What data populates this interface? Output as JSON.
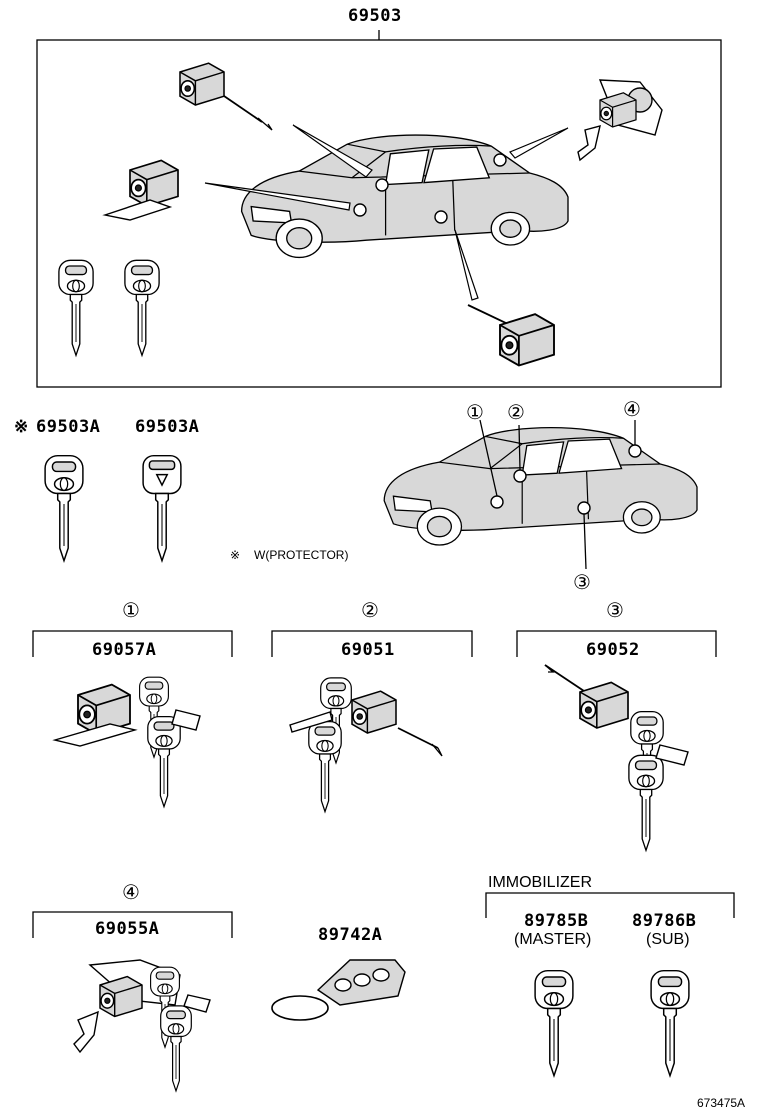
{
  "assembly": {
    "part_number": "69503"
  },
  "key_variants": [
    {
      "mark": "※",
      "part_number": "69503A"
    },
    {
      "mark": "",
      "part_number": "69503A"
    }
  ],
  "protector_note": {
    "mark": "※",
    "text": "W(PROTECTOR)"
  },
  "location_callouts": [
    "①",
    "②",
    "③",
    "④"
  ],
  "sub_assemblies": [
    {
      "callout": "①",
      "part_number": "69057A"
    },
    {
      "callout": "②",
      "part_number": "69051"
    },
    {
      "callout": "③",
      "part_number": "69052"
    },
    {
      "callout": "④",
      "part_number": "69055A"
    }
  ],
  "remote": {
    "part_number": "89742A"
  },
  "immobilizer": {
    "heading": "IMMOBILIZER",
    "keys": [
      {
        "part_number": "89785B",
        "label": "(MASTER)"
      },
      {
        "part_number": "89786B",
        "label": "(SUB)"
      }
    ]
  },
  "figure_id": "673475A"
}
